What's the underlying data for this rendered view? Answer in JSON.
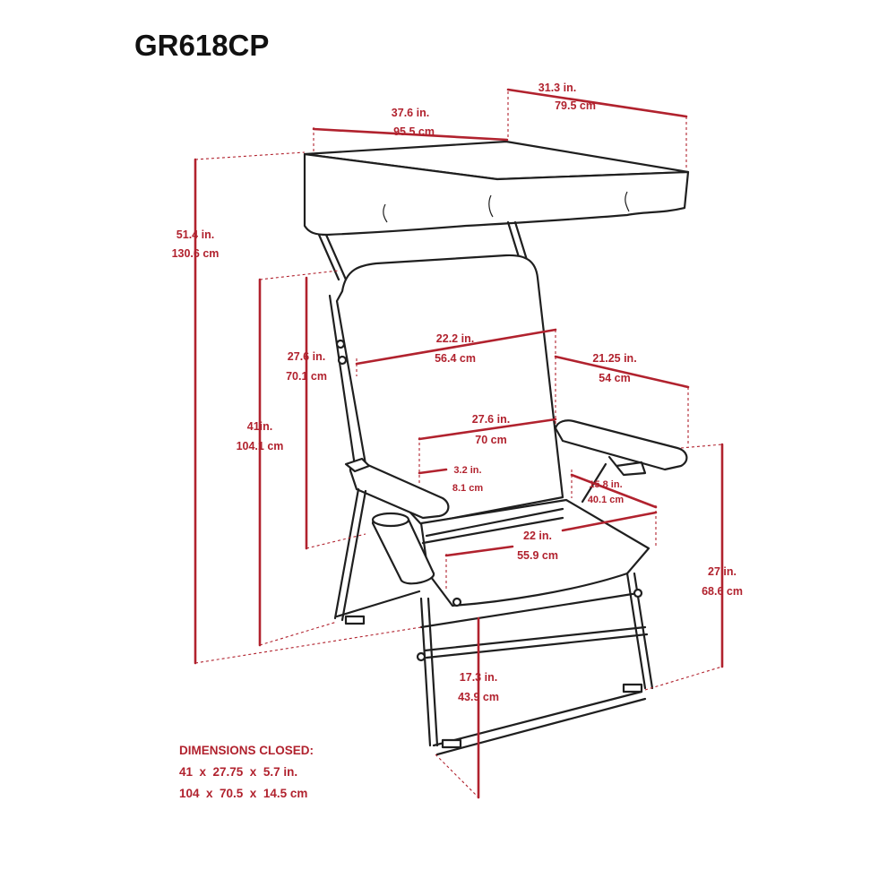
{
  "model": "GR618CP",
  "dimensions": {
    "canopy_depth": {
      "in": "31.3 in.",
      "cm": "79.5 cm"
    },
    "canopy_width": {
      "in": "37.6 in.",
      "cm": "95.5 cm"
    },
    "total_height": {
      "in": "51.4 in.",
      "cm": "130.6 cm"
    },
    "chair_height": {
      "in": "41in.",
      "cm": "104.1 cm"
    },
    "back_height": {
      "in": "27.6 in.",
      "cm": "70.1 cm"
    },
    "back_width": {
      "in": "22.2 in.",
      "cm": "56.4 cm"
    },
    "arm_depth": {
      "in": "21.25 in.",
      "cm": "54 cm"
    },
    "arm_span": {
      "in": "27.6 in.",
      "cm": "70 cm"
    },
    "arm_height": {
      "in": "3.2 in.",
      "cm": "8.1 cm"
    },
    "seat_depth": {
      "in": "15.8 in.",
      "cm": "40.1 cm"
    },
    "seat_width": {
      "in": "22 in.",
      "cm": "55.9 cm"
    },
    "arm_floor_height": {
      "in": "27 in.",
      "cm": "68.6 cm"
    },
    "seat_height": {
      "in": "17.3 in.",
      "cm": "43.9 cm"
    }
  },
  "closed": {
    "title": "DIMENSIONS CLOSED:",
    "imperial": "41  x  27.75  x  5.7 in.",
    "metric": "104  x  70.5  x  14.5 cm"
  }
}
